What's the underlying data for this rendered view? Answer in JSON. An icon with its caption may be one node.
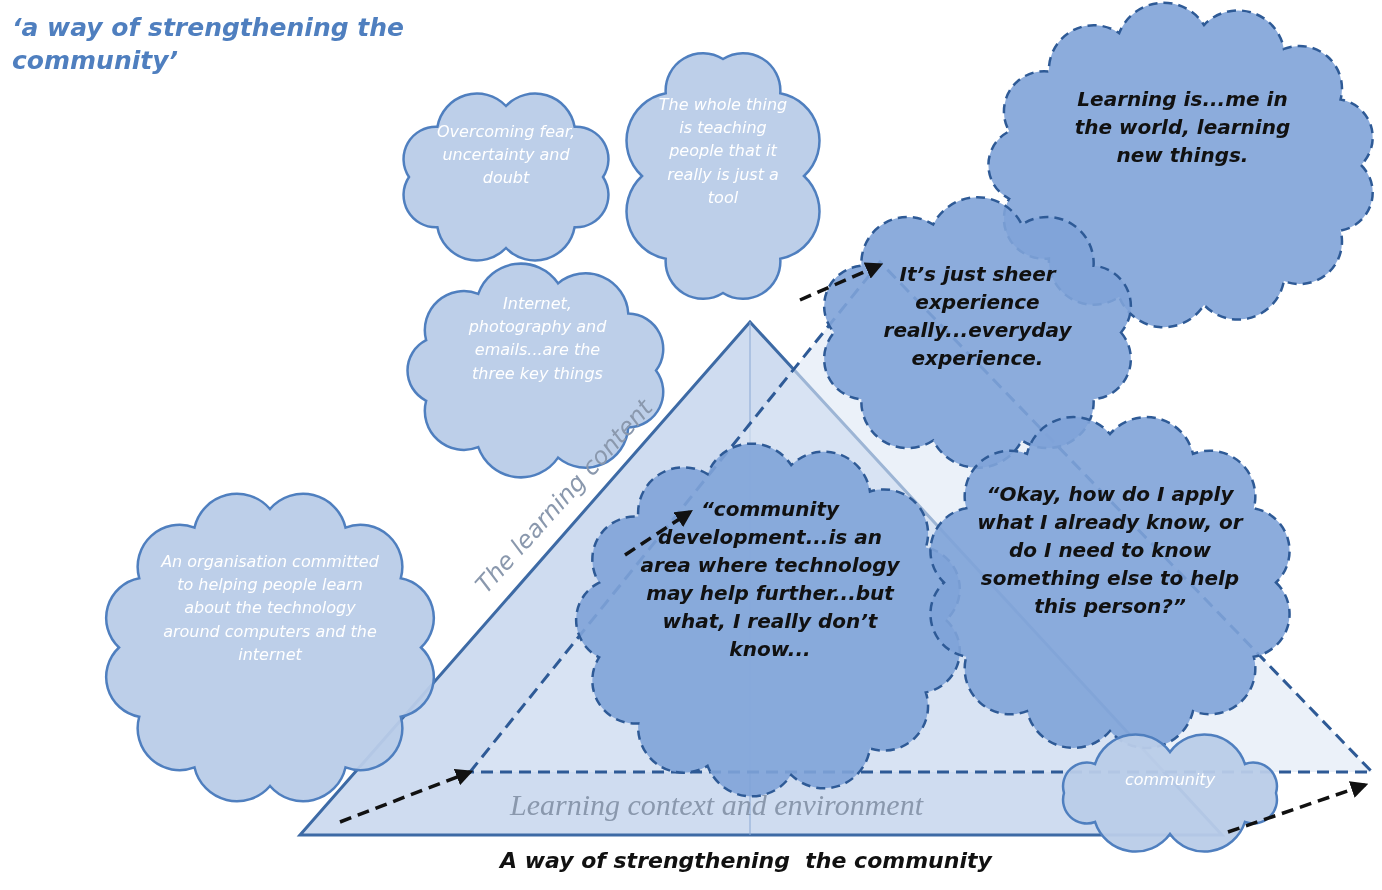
{
  "diagram": {
    "title": "‘a way of strengthening the community’",
    "caption": "A way of strengthening  the community",
    "nodes": [
      {
        "text": [
          "Overcoming fear, uncertainty and doubt"
        ]
      },
      {
        "text": [
          "The whole thing is teaching people that it really is just a tool"
        ]
      },
      {
        "text": [
          "Internet, photography and emails...are the three key things"
        ]
      },
      {
        "text": [
          "An organisation committed to helping people learn about the technology around computers and the internet"
        ]
      },
      {
        "text": [
          "Learning is...me in the world, learning new things."
        ]
      },
      {
        "text": [
          "It’s just sheer experience really...everyday experience."
        ]
      },
      {
        "text": [
          "“community development...is an area where technology may help further...but what, I really don’t know..."
        ]
      },
      {
        "text": [
          "“Okay, how do I apply what I already know, or do I need to know something else to help this person?”"
        ]
      },
      {
        "text": [
          "community"
        ]
      }
    ],
    "labels": [
      "The learning content",
      "Learning context and environment"
    ]
  }
}
